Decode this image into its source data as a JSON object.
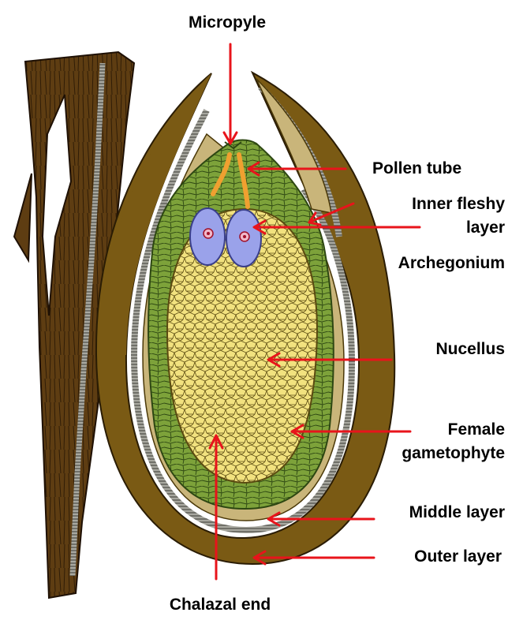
{
  "diagram": {
    "labels": {
      "micropyle": "Micropyle",
      "pollen_tube": "Pollen tube",
      "inner_fleshy_layer_line1": "Inner fleshy",
      "inner_fleshy_layer_line2": "layer",
      "archegonium": "Archegonium",
      "nucellus": "Nucellus",
      "female_gametophyte_line1": "Female",
      "female_gametophyte_line2": "gametophyte",
      "middle_layer": "Middle layer",
      "outer_layer": "Outer layer",
      "chalazal_end": "Chalazal end"
    },
    "colors": {
      "arrow": "#e8141b",
      "outer_layer": "#7a5a14",
      "bark": "#5a3a12",
      "middle_layer": "#9a9a92",
      "inner_fleshy_layer": "#c9b57a",
      "nucellus": "#7da23a",
      "female_gametophyte": "#f0e07e",
      "archegonium": "#9aa2ea",
      "pollen_tube": "#f0a030"
    }
  }
}
